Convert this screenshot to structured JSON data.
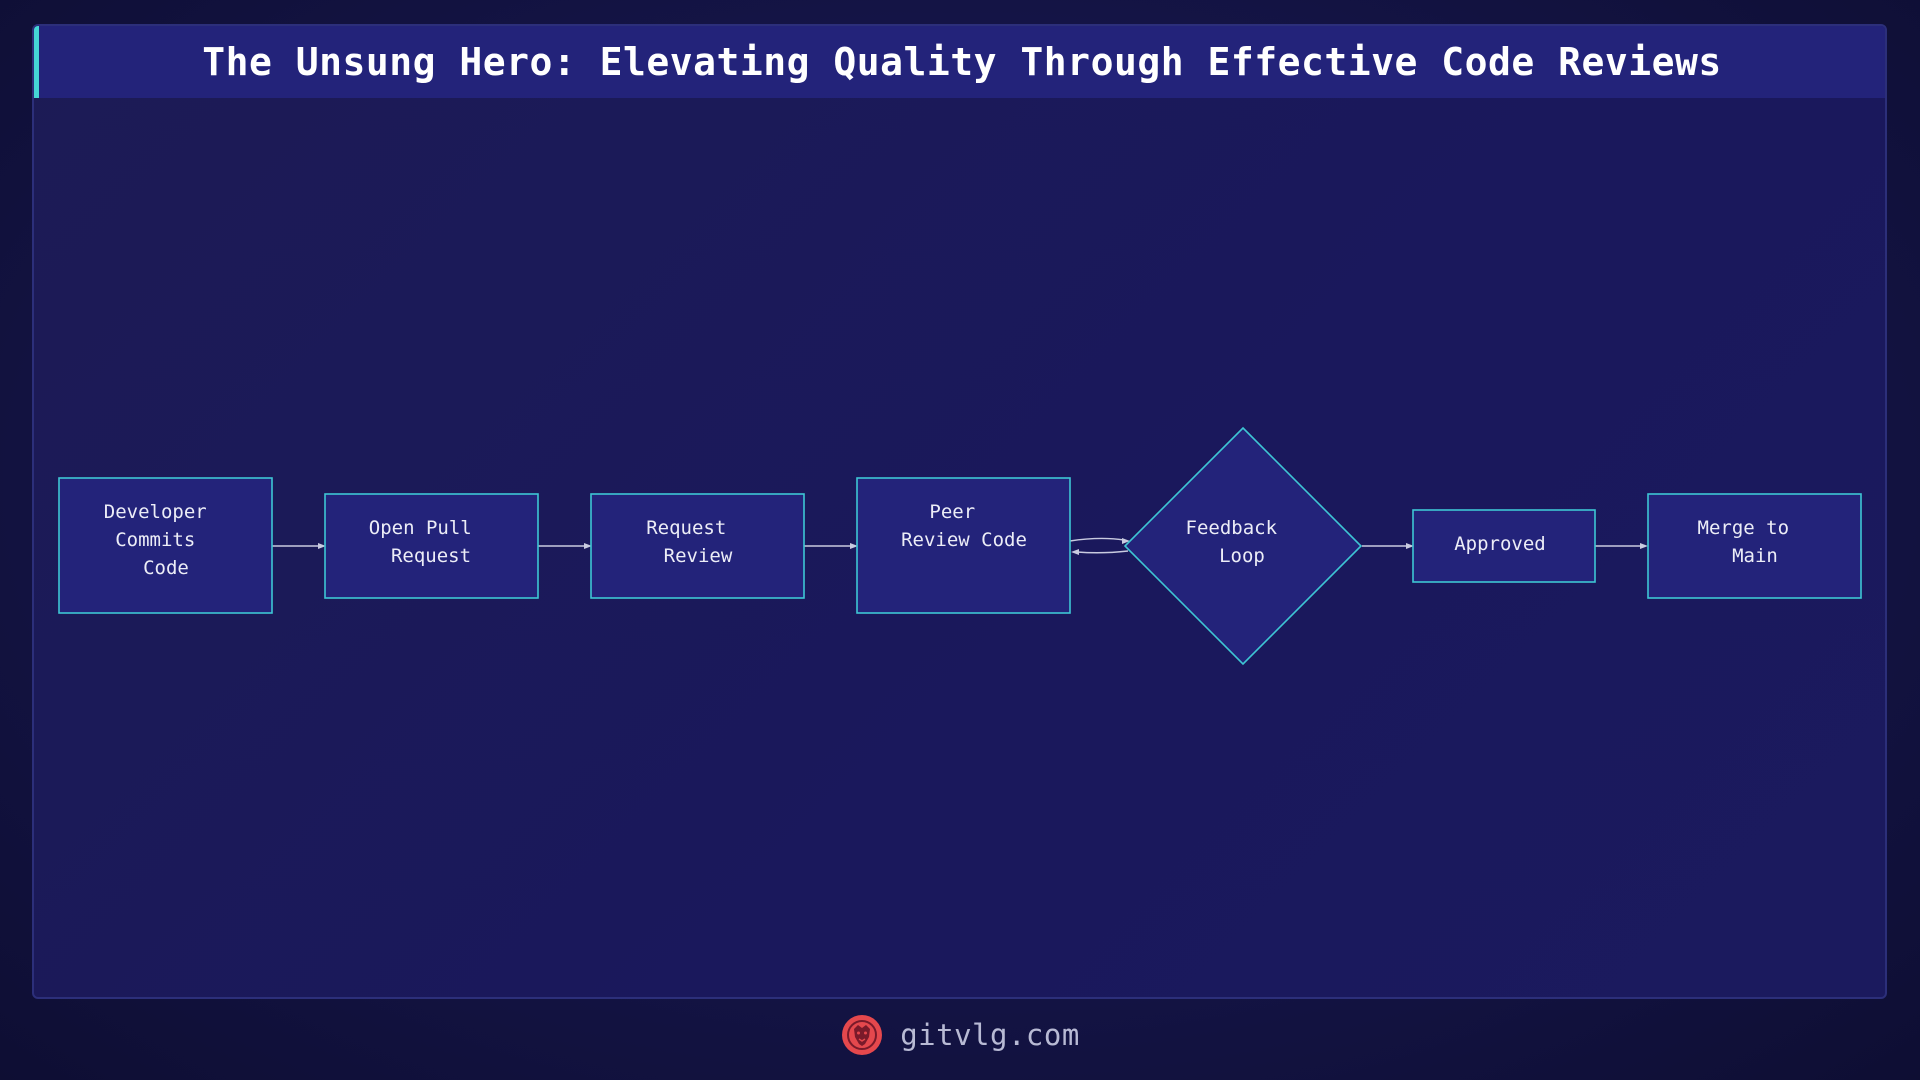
{
  "title": "The Unsung Hero: Elevating Quality Through Effective Code Reviews",
  "nodes": {
    "commit": {
      "lines": [
        "Developer",
        "Commits",
        "Code"
      ]
    },
    "pull_request": {
      "lines": [
        "Open Pull",
        "Request"
      ]
    },
    "request_review": {
      "lines": [
        "Request",
        "Review"
      ]
    },
    "peer_review": {
      "lines": [
        "Peer",
        "Review Code"
      ]
    },
    "feedback": {
      "lines": [
        "Feedback",
        "Loop"
      ]
    },
    "approved": {
      "lines": [
        "Approved"
      ]
    },
    "merge": {
      "lines": [
        "Merge to",
        "Main"
      ]
    }
  },
  "edges": [
    {
      "from": "commit",
      "to": "pull_request"
    },
    {
      "from": "pull_request",
      "to": "request_review"
    },
    {
      "from": "request_review",
      "to": "peer_review"
    },
    {
      "from": "peer_review",
      "to": "feedback"
    },
    {
      "from": "feedback",
      "to": "peer_review"
    },
    {
      "from": "feedback",
      "to": "approved"
    },
    {
      "from": "approved",
      "to": "merge"
    }
  ],
  "footer": {
    "site": "gitvlg.com",
    "logo_icon": "lion-head-icon",
    "logo_color": "#e5484d"
  },
  "colors": {
    "node_fill": "#23237a",
    "node_stroke": "#3ec6d4",
    "accent": "#45d6d6",
    "edge": "#c9cbe0"
  }
}
